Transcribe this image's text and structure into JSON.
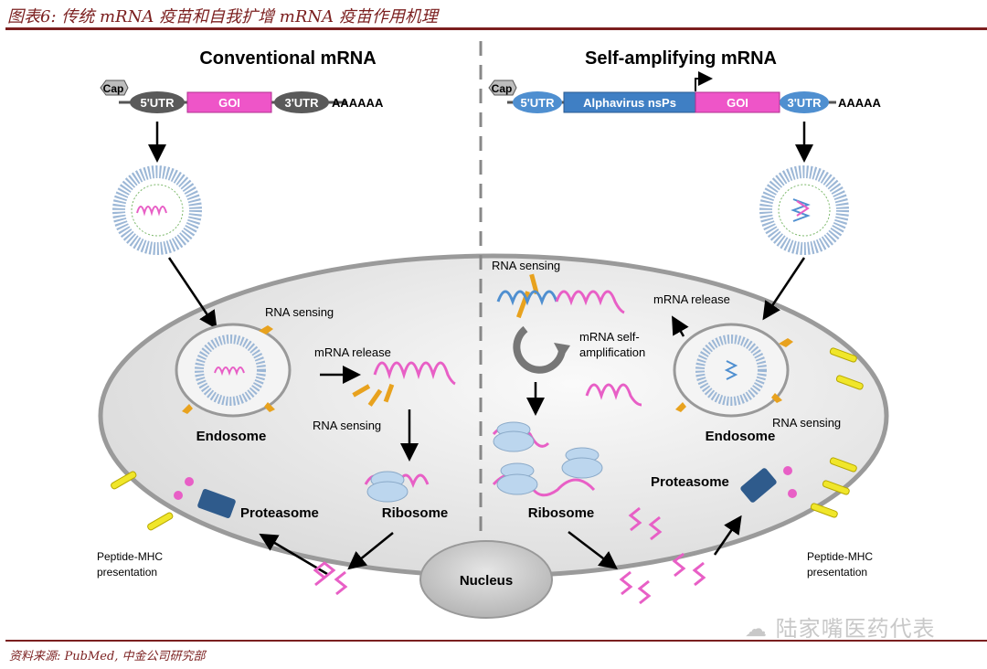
{
  "header": {
    "title": "图表6: 传统 mRNA 疫苗和自我扩增 mRNA 疫苗作用机理"
  },
  "footer": {
    "source": "资料来源: PubMed, 中金公司研究部"
  },
  "watermark": "陆家嘴医药代表",
  "colors": {
    "accent": "#7b1f1f",
    "goi": "#ee55c8",
    "utr_conv": "#5a5a5a",
    "utr_sa": "#4f8fd0",
    "nsps": "#3f7fc4",
    "mrna": "#e85fc6",
    "receptor": "#e8a21e",
    "mhc": "#f0e62a",
    "proteasome": "#2f5b8c",
    "ribosome": "#bcd6ee"
  },
  "left": {
    "heading": "Conventional mRNA",
    "construct": {
      "cap": "Cap",
      "utr5": "5'UTR",
      "goi": "GOI",
      "utr3": "3'UTR",
      "polyA": "AAAAAA"
    },
    "labels": {
      "rna_sensing_top": "RNA sensing",
      "mrna_release": "mRNA release",
      "rna_sensing_mid": "RNA sensing",
      "endosome": "Endosome",
      "ribosome": "Ribosome",
      "proteasome": "Proteasome",
      "mhc1": "Peptide-MHC",
      "mhc2": "presentation"
    }
  },
  "right": {
    "heading": "Self-amplifying mRNA",
    "construct": {
      "cap": "Cap",
      "utr5": "5'UTR",
      "nsps": "Alphavirus nsPs",
      "goi": "GOI",
      "utr3": "3'UTR",
      "polyA": "AAAAA"
    },
    "labels": {
      "rna_sensing_top": "RNA sensing",
      "mrna_release": "mRNA release",
      "self_amp1": "mRNA self-",
      "self_amp2": "amplification",
      "rna_sensing_endo": "RNA sensing",
      "endosome": "Endosome",
      "ribosome": "Ribosome",
      "proteasome": "Proteasome",
      "mhc1": "Peptide-MHC",
      "mhc2": "presentation"
    }
  },
  "nucleus": "Nucleus"
}
